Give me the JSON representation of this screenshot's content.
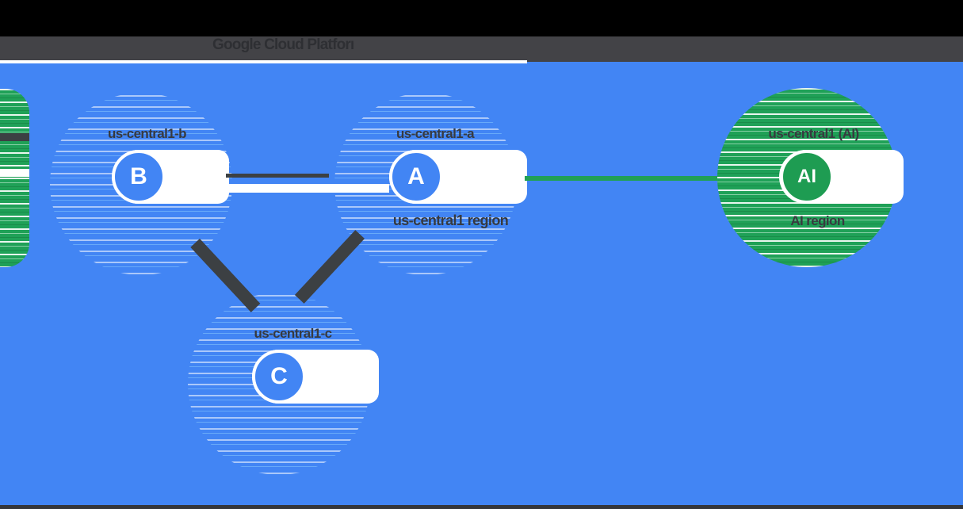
{
  "header": {
    "title": "Google Cloud Platform"
  },
  "diagram": {
    "zones": [
      {
        "id": "b",
        "label": "us-central1-b",
        "letter": "B"
      },
      {
        "id": "a",
        "label": "us-central1-a",
        "letter": "A"
      },
      {
        "id": "c",
        "label": "us-central1-c",
        "letter": "C"
      }
    ],
    "region_label": "us-central1 region",
    "ai": {
      "label": "us-central1 (AI)",
      "letter": "AI",
      "sublabel": "AI region"
    },
    "connectors": [
      {
        "from": "B",
        "to": "A",
        "color": "#3C4043"
      },
      {
        "from": "B",
        "to": "C",
        "color": "#3C4043"
      },
      {
        "from": "A",
        "to": "C",
        "color": "#3C4043"
      },
      {
        "from": "A",
        "to": "AI",
        "color": "#21A055"
      }
    ],
    "colors": {
      "background_blue": "#4285F4",
      "header_black": "#000000",
      "header_gray": "#434347",
      "text_dark": "#3C4043",
      "zone_circle_blue": "#4285F4",
      "ai_circle_green": "#1E9C52",
      "ai_cloud_green": "#1FA157",
      "connector_green": "#21A055"
    }
  }
}
